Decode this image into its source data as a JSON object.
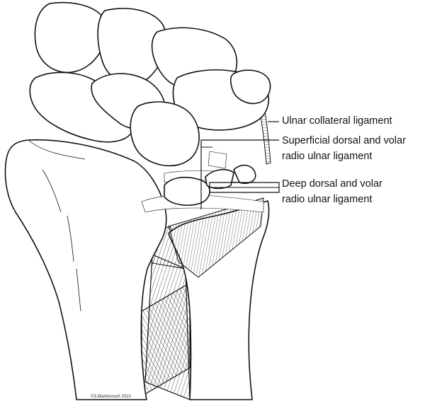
{
  "labels": {
    "ulnar_collateral": "Ulnar collateral ligament",
    "superficial_line1": "Superficial  dorsal and volar",
    "superficial_line2": "radio ulnar ligament",
    "deep_line1": "Deep dorsal and volar",
    "deep_line2": "radio ulnar ligament"
  },
  "copyright": "©S.Blankevoort 2010",
  "colors": {
    "line": "#111111",
    "fill": "#ffffff"
  }
}
